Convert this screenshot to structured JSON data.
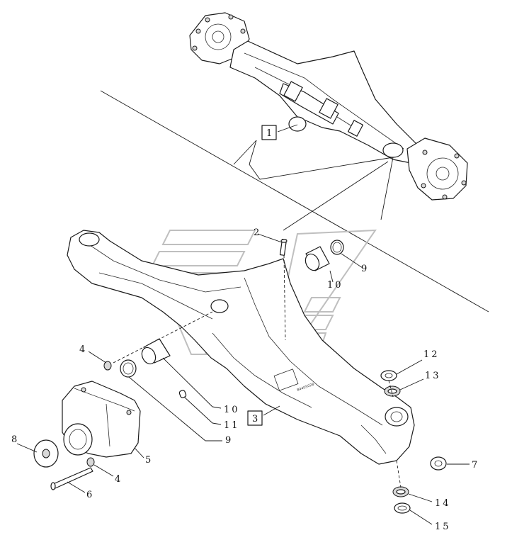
{
  "callouts": [
    {
      "id": "1",
      "text": "1",
      "boxed": true
    },
    {
      "id": "2",
      "text": "2",
      "boxed": false
    },
    {
      "id": "3",
      "text": "3",
      "boxed": true
    },
    {
      "id": "4a",
      "text": "4",
      "boxed": false
    },
    {
      "id": "4b",
      "text": "4",
      "boxed": false
    },
    {
      "id": "5",
      "text": "5",
      "boxed": false
    },
    {
      "id": "6",
      "text": "6",
      "boxed": false
    },
    {
      "id": "7",
      "text": "7",
      "boxed": false
    },
    {
      "id": "8",
      "text": "8",
      "boxed": false
    },
    {
      "id": "9a",
      "text": "9",
      "boxed": false
    },
    {
      "id": "9b",
      "text": "9",
      "boxed": false
    },
    {
      "id": "10a",
      "text": "10",
      "boxed": false
    },
    {
      "id": "10b",
      "text": "10",
      "boxed": false
    },
    {
      "id": "11",
      "text": "11",
      "boxed": false
    },
    {
      "id": "12",
      "text": "12",
      "boxed": false
    },
    {
      "id": "13",
      "text": "13",
      "boxed": false
    },
    {
      "id": "14",
      "text": "14",
      "boxed": false
    },
    {
      "id": "15",
      "text": "15",
      "boxed": false
    }
  ],
  "part_marking": "84405028",
  "colors": {
    "line": "#1a1a1a",
    "watermark": "#bfbfbf",
    "background": "#ffffff"
  }
}
